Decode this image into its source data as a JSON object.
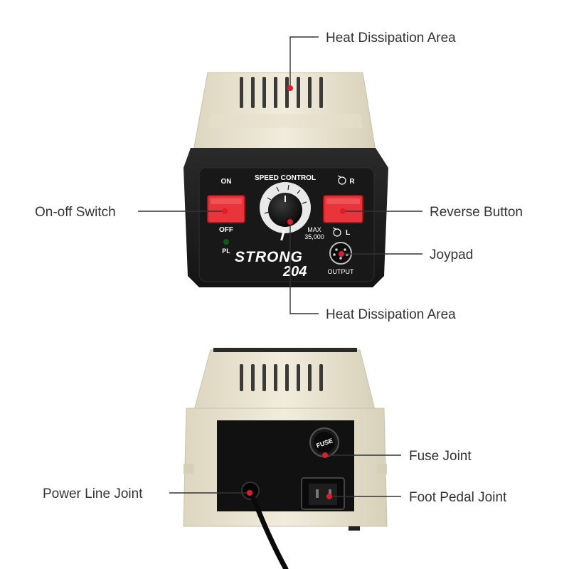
{
  "callouts": {
    "heat_top": "Heat Dissipation Area",
    "on_off": "On-off Switch",
    "reverse": "Reverse Button",
    "joypad": "Joypad",
    "heat_bottom": "Heat Dissipation Area",
    "fuse": "Fuse Joint",
    "power_line": "Power Line Joint",
    "foot_pedal": "Foot Pedal Joint"
  },
  "front_panel": {
    "speed_control": "SPEED CONTROL",
    "on": "ON",
    "off": "OFF",
    "r": "R",
    "l": "L",
    "max": "MAX",
    "max_speed": "35,000",
    "pl": "PL",
    "output": "OUTPUT",
    "brand": "STRONG",
    "model": "204"
  },
  "back_panel": {
    "fuse_label": "FUSE"
  },
  "colors": {
    "body": "#ece6d2",
    "panel": "#1d1d1d",
    "switch_red": "#e8343a",
    "marker_red": "#e21b2c",
    "text": "#333333"
  }
}
